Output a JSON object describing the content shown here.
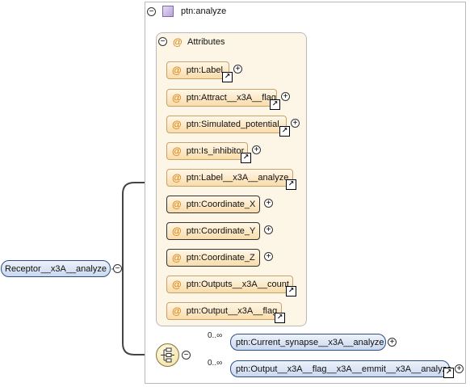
{
  "complex_type": {
    "name": "ptn:analyze",
    "collapse_symbol": "−",
    "icon": "complex-type-icon"
  },
  "attributes_group": {
    "label": "Attributes",
    "collapse_symbol": "−",
    "at_symbol": "@"
  },
  "attributes": [
    {
      "name": "ptn:Label",
      "expand": true,
      "link": true
    },
    {
      "name": "ptn:Attract__x3A__flag",
      "expand": true,
      "link": true
    },
    {
      "name": "ptn:Simulated_potential",
      "expand": true,
      "link": true
    },
    {
      "name": "ptn:Is_inhibitor",
      "expand": true,
      "link": true
    },
    {
      "name": "ptn:Label__x3A__analyze",
      "expand": false,
      "link": true
    },
    {
      "name": "ptn:Coordinate_X",
      "expand": true,
      "link": false
    },
    {
      "name": "ptn:Coordinate_Y",
      "expand": true,
      "link": false
    },
    {
      "name": "ptn:Coordinate_Z",
      "expand": true,
      "link": false
    },
    {
      "name": "ptn:Outputs__x3A__count",
      "expand": false,
      "link": true
    },
    {
      "name": "ptn:Output__x3A__flag",
      "expand": false,
      "link": true
    }
  ],
  "root_element": {
    "name": "Receptor__x3A__analyze",
    "collapse_symbol": "−"
  },
  "sequence": {
    "icon": "sequence-compositor-icon",
    "collapse_symbol": "−"
  },
  "children": [
    {
      "name": "ptn:Current_synapse__x3A__analyze",
      "cardinality": "0..∞",
      "expand": true,
      "link": false
    },
    {
      "name": "ptn:Output__x3A__flag__x3A__emmit__x3A__analyze",
      "cardinality": "0..∞",
      "expand": true,
      "link": true
    }
  ],
  "symbols": {
    "expand": "+",
    "link": "↗"
  }
}
